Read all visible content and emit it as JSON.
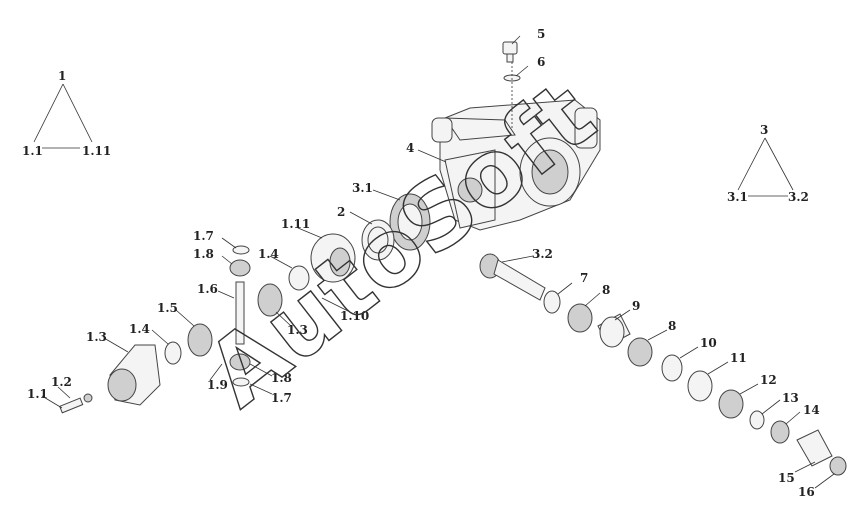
{
  "tree_left": {
    "root": "1",
    "left": "1.1",
    "right": "1.11"
  },
  "tree_right": {
    "root": "3",
    "left": "3.1",
    "right": "3.2"
  },
  "watermark": "AutoSoft",
  "labels": {
    "p1_1": "1.1",
    "p1_2": "1.2",
    "p1_3a": "1.3",
    "p1_3b": "1.3",
    "p1_4a": "1.4",
    "p1_4b": "1.4",
    "p1_5": "1.5",
    "p1_6": "1.6",
    "p1_7a": "1.7",
    "p1_7b": "1.7",
    "p1_8a": "1.8",
    "p1_8b": "1.8",
    "p1_9": "1.9",
    "p1_10": "1.10",
    "p1_11": "1.11",
    "p2": "2",
    "p3_1": "3.1",
    "p3_2": "3.2",
    "p4": "4",
    "p5": "5",
    "p6": "6",
    "p7": "7",
    "p8a": "8",
    "p8b": "8",
    "p9": "9",
    "p10": "10",
    "p11": "11",
    "p12": "12",
    "p13": "13",
    "p14": "14",
    "p15": "15",
    "p16": "16"
  }
}
